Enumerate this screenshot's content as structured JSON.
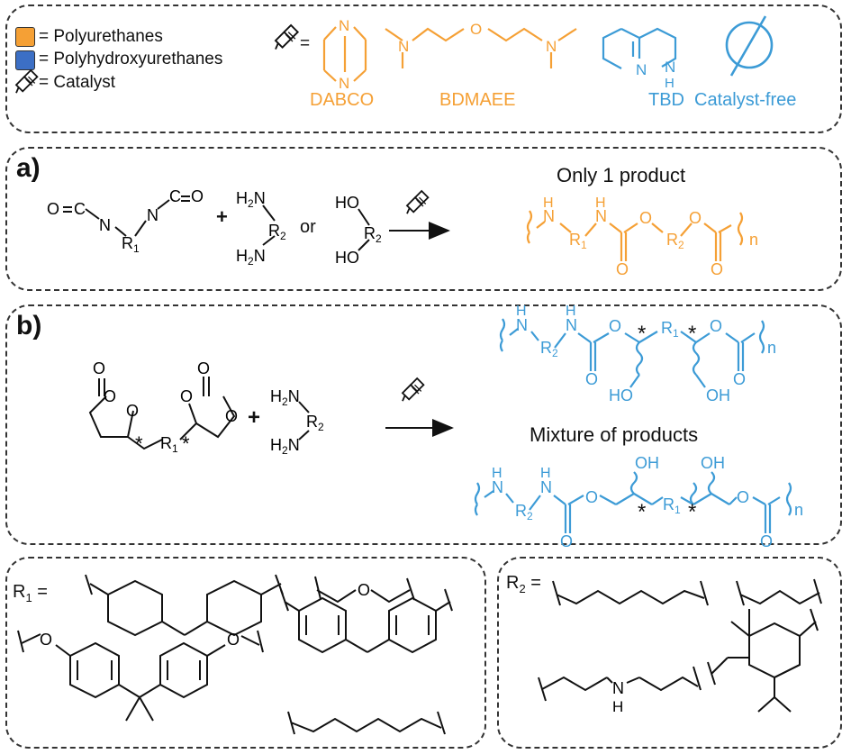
{
  "legend": {
    "polyurethanes": "= Polyurethanes",
    "polyhydroxyurethanes": "= Polyhydroxyurethanes",
    "catalyst": "= Catalyst",
    "catalyst_eq": "=",
    "colors": {
      "polyurethanes": "#f5a035",
      "polyhydroxyurethanes": "#3c6fc5"
    },
    "catalysts": [
      "DABCO",
      "BDMAEE",
      "TBD",
      "Catalyst-free"
    ]
  },
  "panel_a": {
    "label": "a)",
    "plus": "+",
    "or": "or",
    "result": "Only 1 product"
  },
  "panel_b": {
    "label": "b)",
    "plus": "+",
    "result": "Mixture of products"
  },
  "r1_label": "R1 =",
  "r2_label": "R2 ="
}
